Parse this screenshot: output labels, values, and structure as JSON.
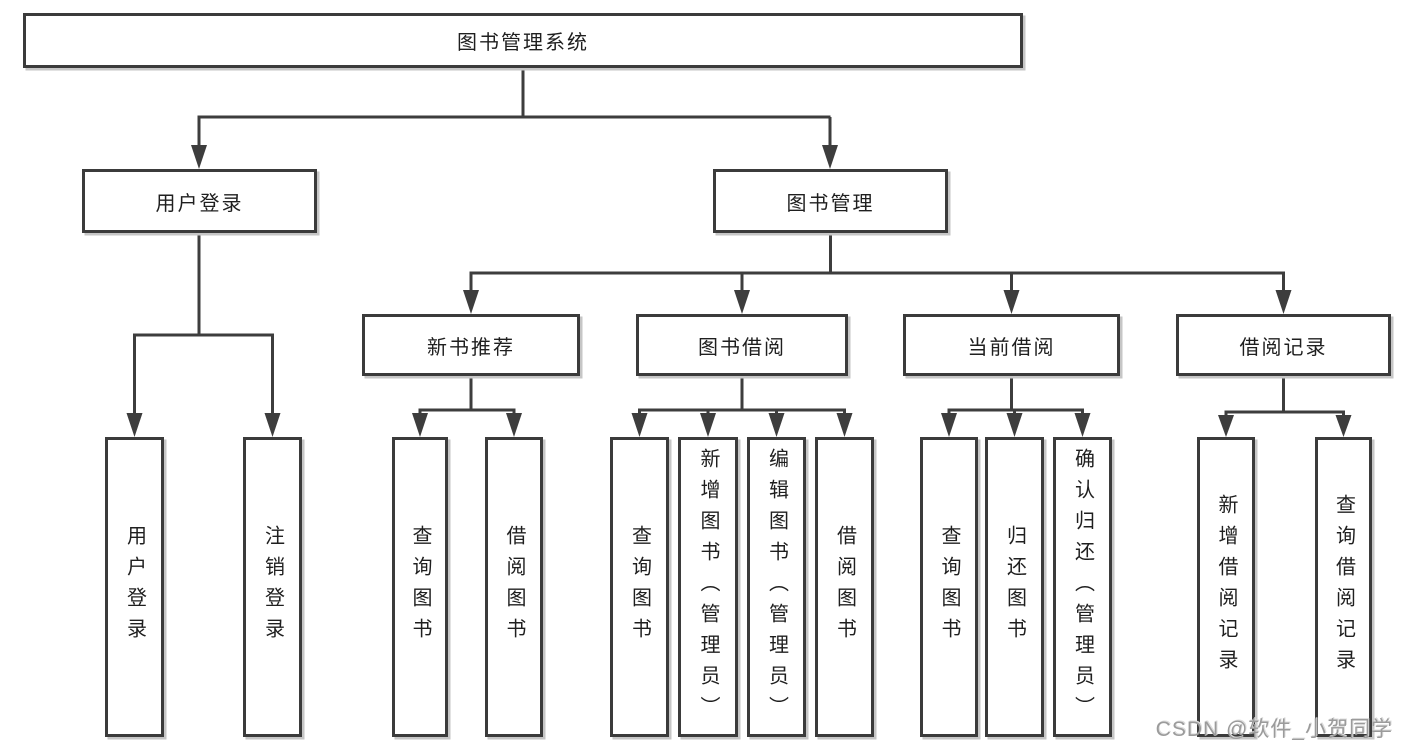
{
  "tree": {
    "root": {
      "label": "图书管理系统"
    },
    "branches": [
      {
        "label": "用户登录",
        "children": [
          {
            "label": "用户登录"
          },
          {
            "label": "注销登录"
          }
        ]
      },
      {
        "label": "图书管理",
        "children": [
          {
            "label": "新书推荐",
            "children": [
              {
                "label": "查询图书"
              },
              {
                "label": "借阅图书"
              }
            ]
          },
          {
            "label": "图书借阅",
            "children": [
              {
                "label": "查询图书"
              },
              {
                "label": "新增图书（管理员）"
              },
              {
                "label": "编辑图书（管理员）"
              },
              {
                "label": "借阅图书"
              }
            ]
          },
          {
            "label": "当前借阅",
            "children": [
              {
                "label": "查询图书"
              },
              {
                "label": "归还图书"
              },
              {
                "label": "确认归还（管理员）"
              }
            ]
          },
          {
            "label": "借阅记录",
            "children": [
              {
                "label": "新增借阅记录"
              },
              {
                "label": "查询借阅记录"
              }
            ]
          }
        ]
      }
    ]
  },
  "watermark": "CSDN @软件_小贺同学",
  "colors": {
    "line": "#3d3d3d",
    "border": "#3b3b3b",
    "text": "#1f1f1f",
    "background": "#ffffff",
    "watermark": "#9b9b9b"
  }
}
